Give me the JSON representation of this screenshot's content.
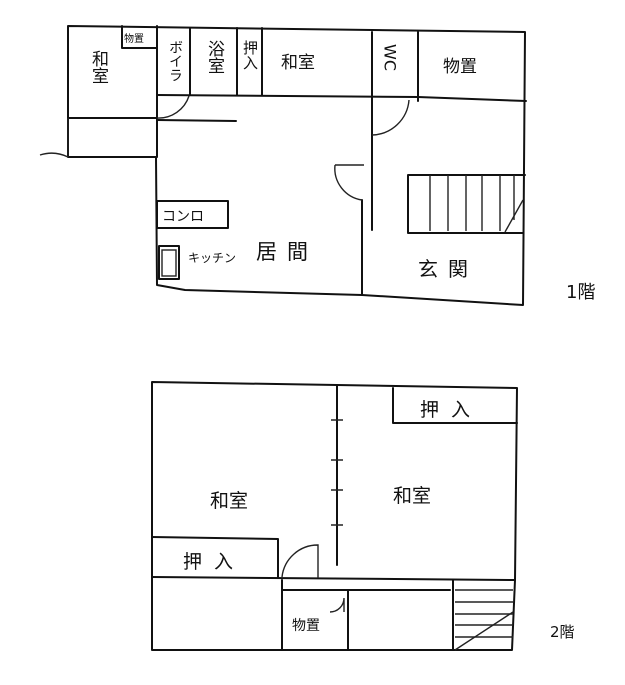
{
  "floor1": {
    "level": "1階",
    "rooms": {
      "washitsu_left": "和室",
      "closet_small": "物置",
      "boiler": "ボイラ",
      "bath": "浴室",
      "oshiire": "押入",
      "washitsu_top": "和室",
      "wc": "WC",
      "storage": "物置",
      "stove": "コンロ",
      "kitchen": "キッチン",
      "living": "居間",
      "entrance": "玄関"
    }
  },
  "floor2": {
    "level": "2階",
    "rooms": {
      "washitsu_left": "和室",
      "washitsu_right": "和室",
      "oshiire_top": "押入",
      "oshiire_left": "押入",
      "storage": "物置"
    }
  }
}
